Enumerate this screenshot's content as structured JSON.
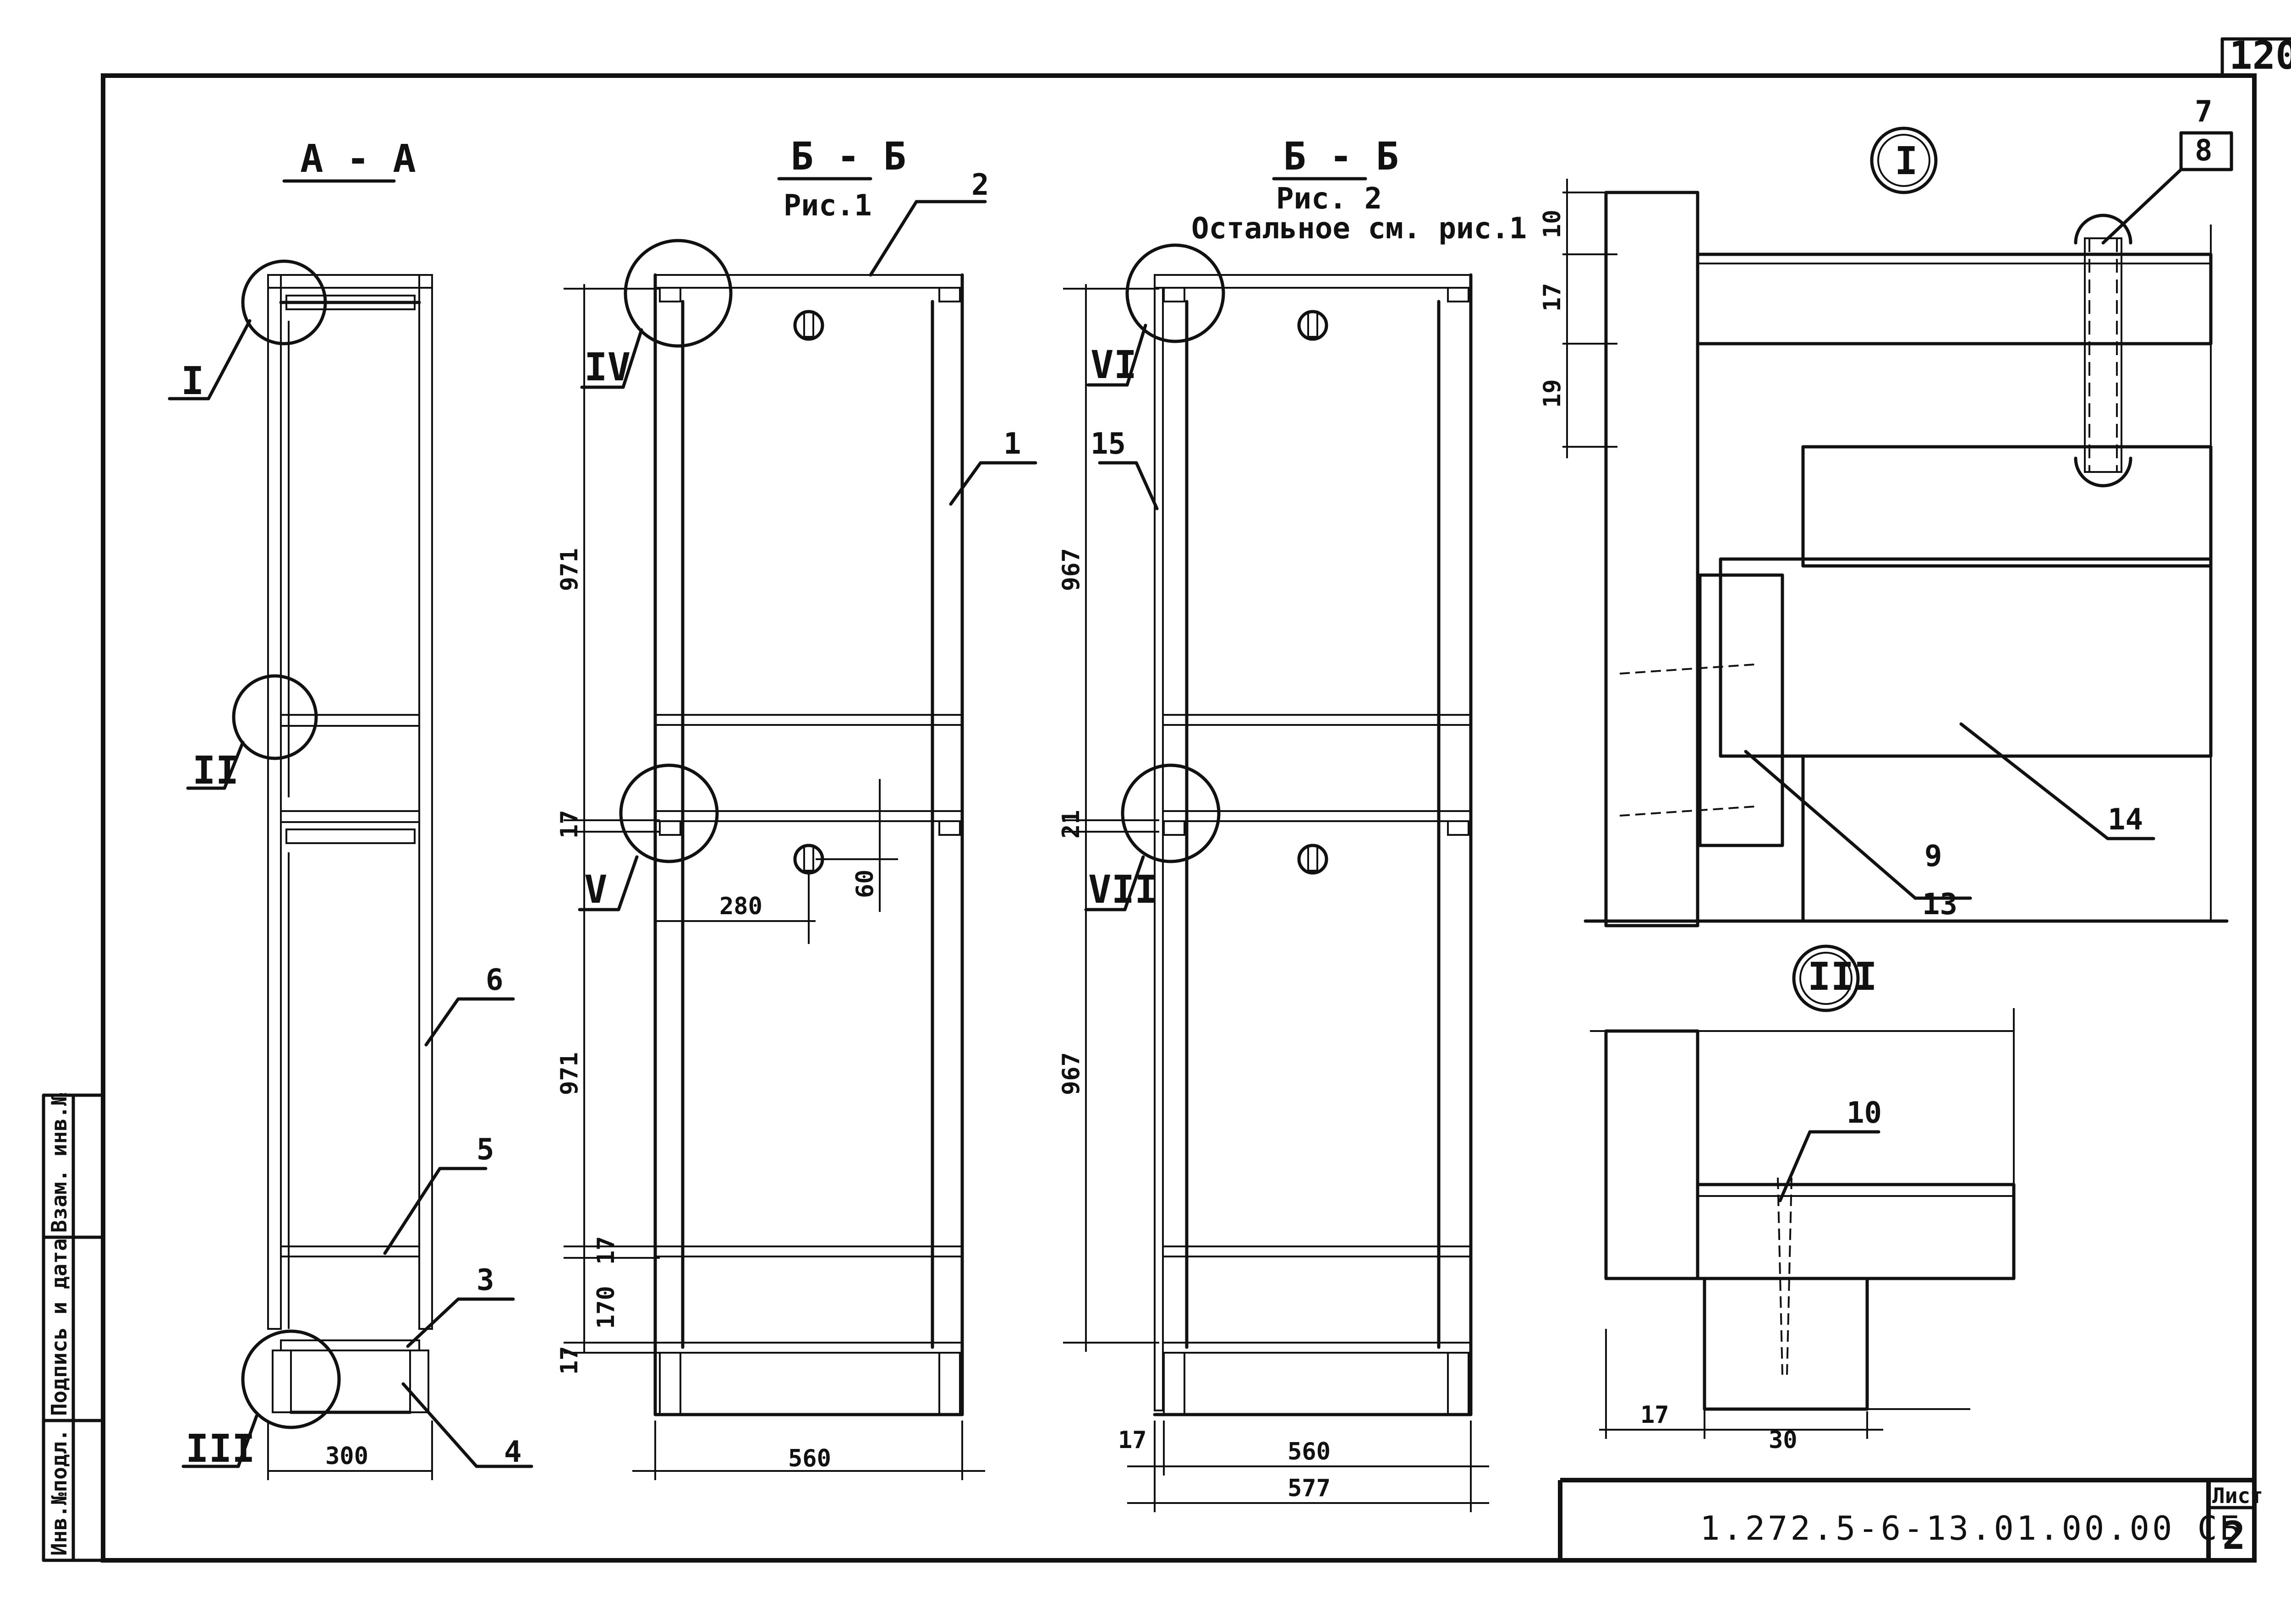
{
  "sheet_no": "120",
  "code": "1.272.5-6-13.01.00.00 СБ",
  "sheet_label": "Лист",
  "sheet_index": "2",
  "side_stamp": [
    "Инв.№подл.",
    "Подпись и дата",
    "Взам. инв.№"
  ],
  "sections": {
    "aa": {
      "title": "А - А",
      "width": "300"
    },
    "bb1": {
      "title": "Б - Б",
      "sub": "Рис.1",
      "width": "560",
      "dims": [
        "971",
        "17",
        "971",
        "17",
        "170",
        "17"
      ],
      "offset_x": "280",
      "offset_y": "60"
    },
    "bb2": {
      "title": "Б - Б",
      "sub": "Рис. 2",
      "note": "Остальное см. рис.1",
      "width_inner": "560",
      "width_total": "577",
      "left_dim": "17",
      "dims": [
        "967",
        "21",
        "967"
      ]
    }
  },
  "details": {
    "d1": {
      "title": "I",
      "dims": [
        "10",
        "17",
        "19"
      ]
    },
    "d3": {
      "title": "III",
      "dims": [
        "17",
        "30"
      ]
    }
  },
  "callouts": {
    "c1": "1",
    "c2": "2",
    "c3": "3",
    "c4": "4",
    "c5": "5",
    "c6": "6",
    "c7": "7",
    "c8": "8",
    "c9": "9",
    "c10": "10",
    "c13": "13",
    "c14": "14",
    "c15": "15",
    "r1": "I",
    "r2": "II",
    "r3": "III",
    "r4": "IV",
    "r5": "V",
    "r6": "VI",
    "r7": "VII"
  }
}
